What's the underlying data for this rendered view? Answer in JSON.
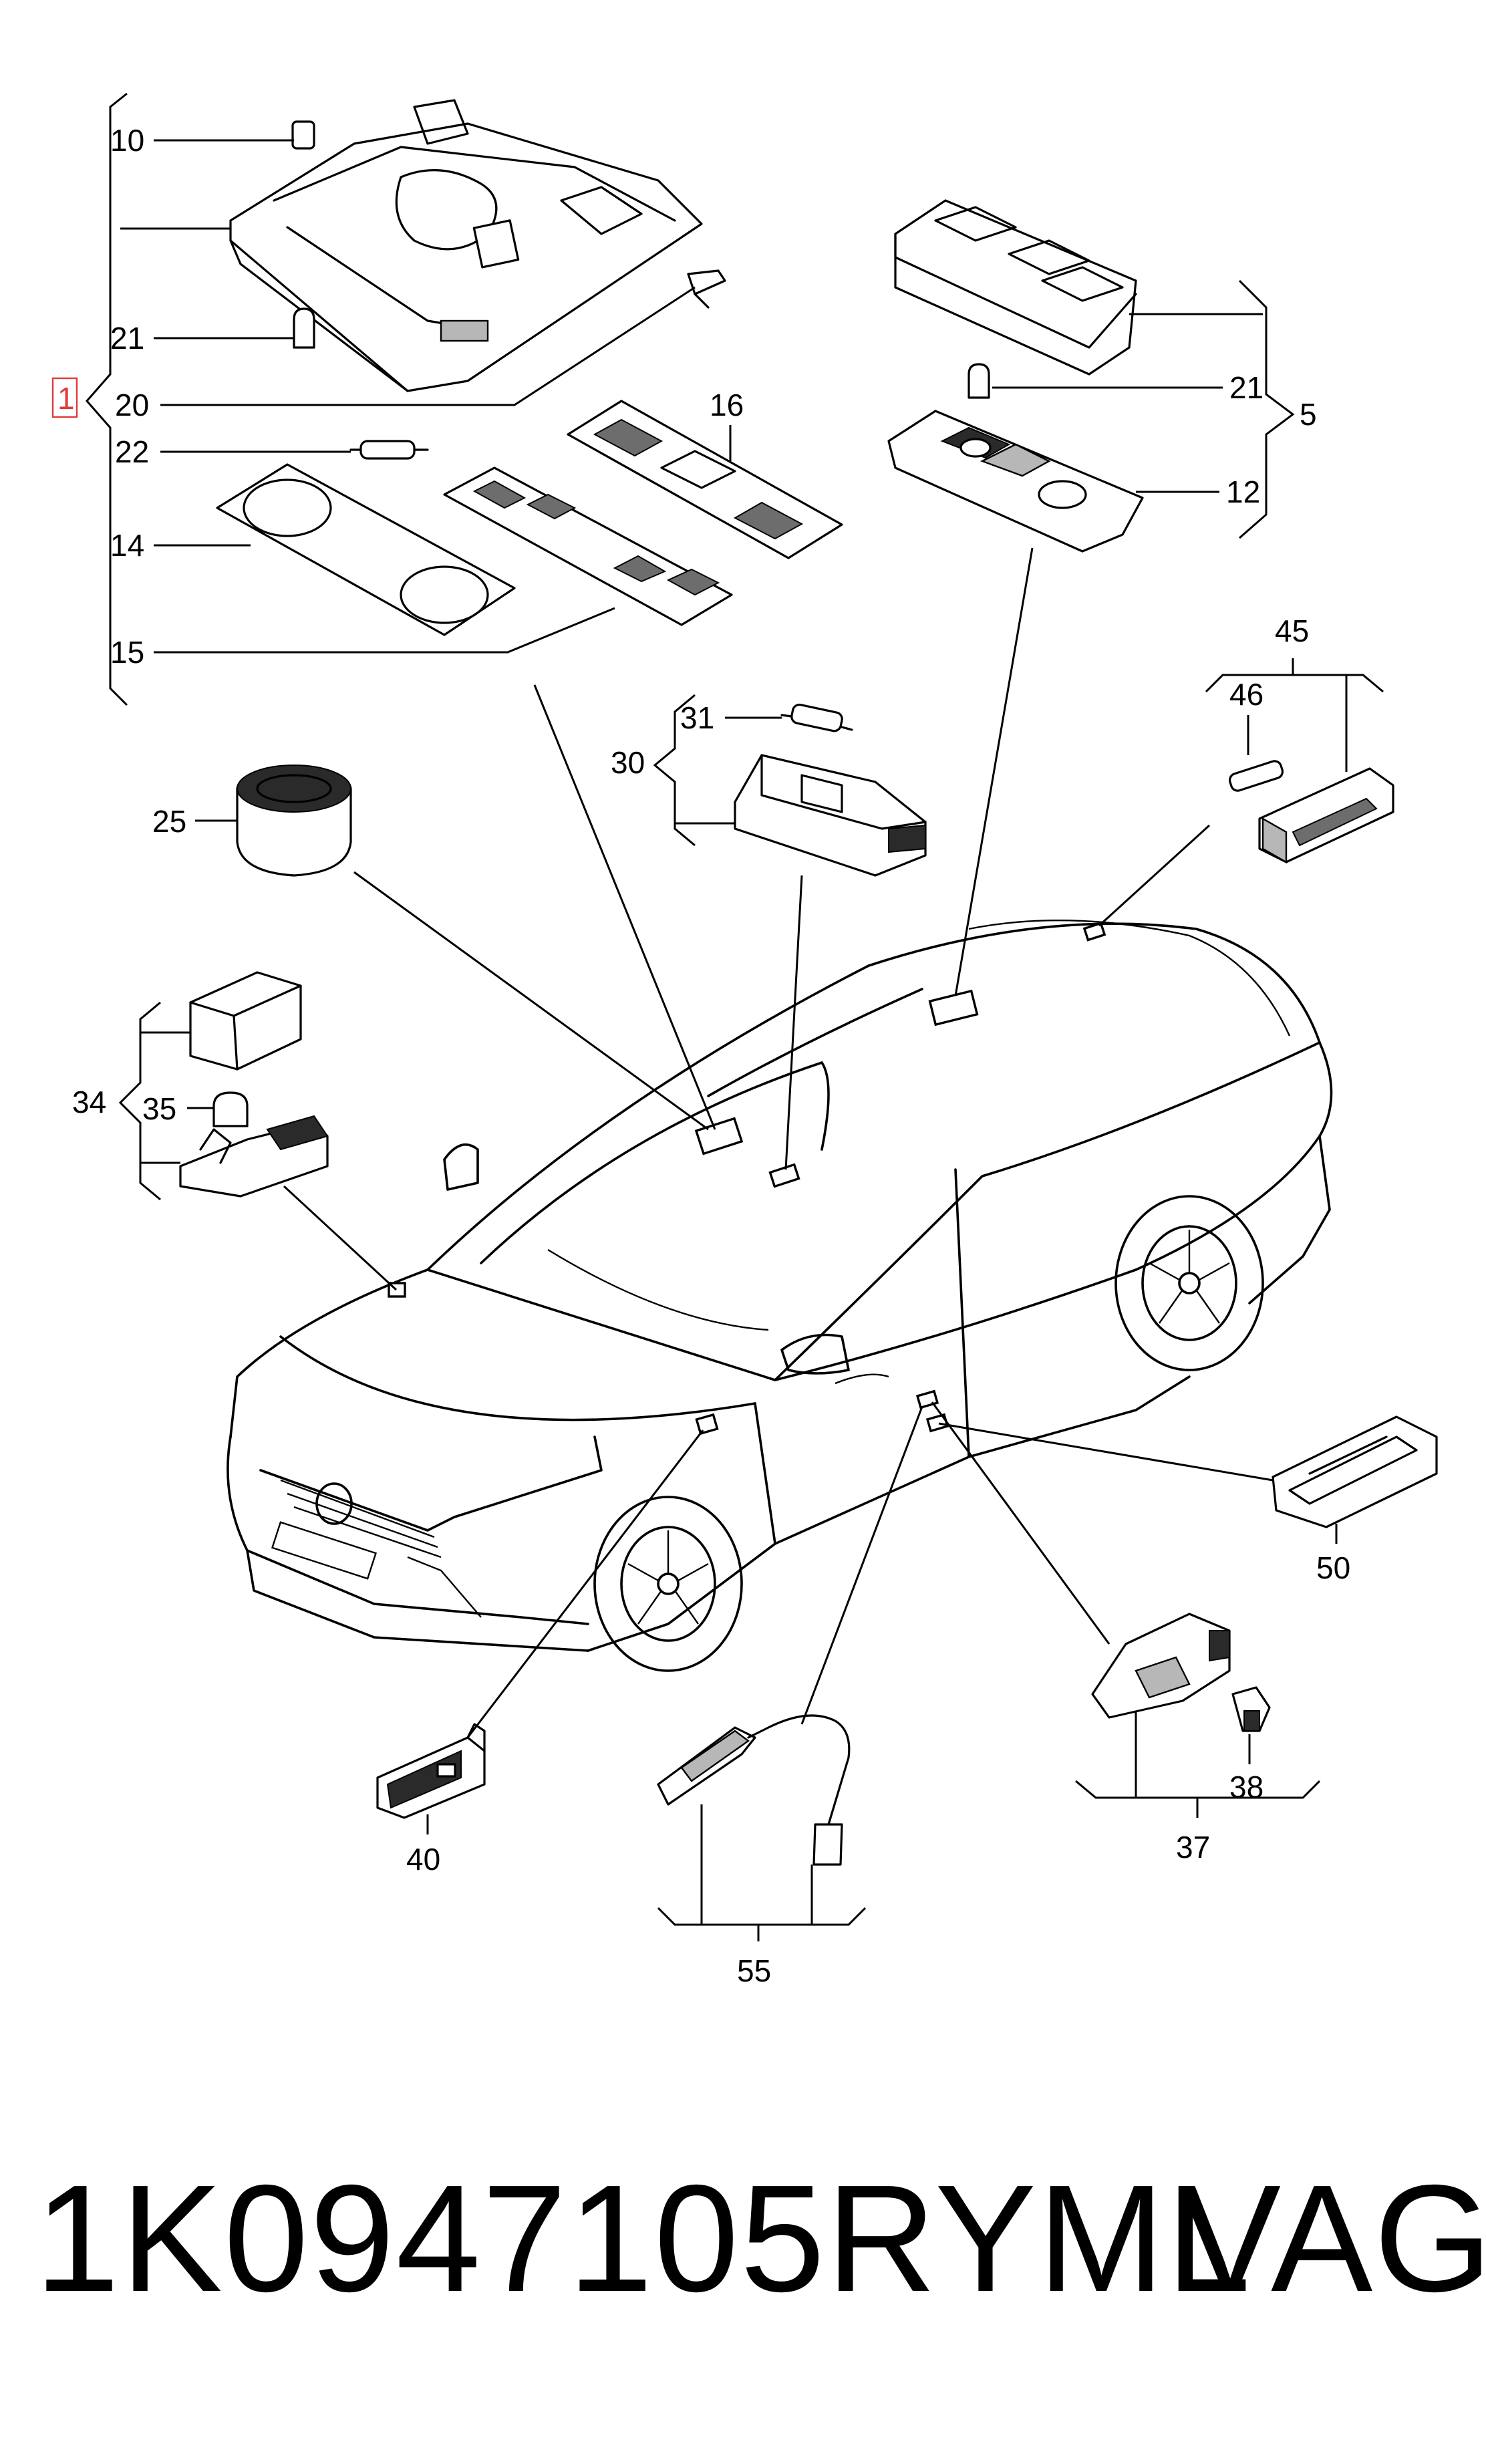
{
  "callouts": {
    "c1": "1",
    "c10": "10",
    "c21a": "21",
    "c20": "20",
    "c22": "22",
    "c14": "14",
    "c15": "15",
    "c16": "16",
    "c21b": "21",
    "c5": "5",
    "c12": "12",
    "c31": "31",
    "c30": "30",
    "c45": "45",
    "c46": "46",
    "c25": "25",
    "c34": "34",
    "c35": "35",
    "c50": "50",
    "c38": "38",
    "c37": "37",
    "c40": "40",
    "c55": "55"
  },
  "footer": {
    "part_number": "1K0947105RYML",
    "brand": "VAG"
  }
}
